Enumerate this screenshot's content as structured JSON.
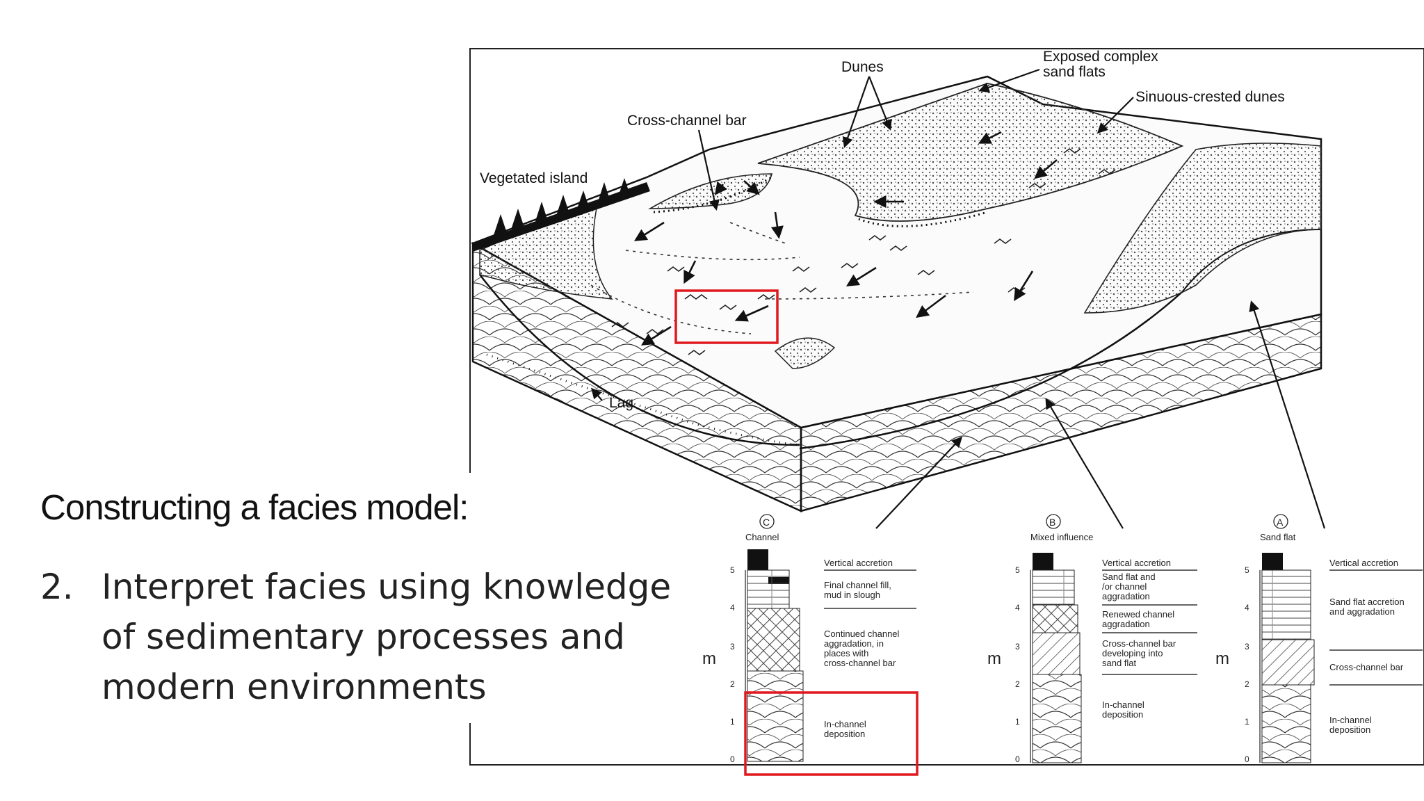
{
  "slide": {
    "heading": "Constructing a facies model:",
    "item_number": "2.",
    "item_text": "Interpret facies using knowledge of sedimentary processes and modern environments"
  },
  "diagram": {
    "labels": {
      "dunes": "Dunes",
      "exposed_line1": "Exposed complex",
      "exposed_line2": "sand flats",
      "sinuous": "Sinuous-crested dunes",
      "cross_channel_bar": "Cross-channel bar",
      "vegetated_island": "Vegetated island",
      "lag": "Lag"
    },
    "columns": [
      {
        "letter": "C",
        "title": "Channel",
        "unit": "m",
        "ticks": [
          "0",
          "1",
          "2",
          "3",
          "4",
          "5"
        ],
        "annotations": [
          [
            "Vertical accretion"
          ],
          [
            "Final channel fill,",
            "mud in slough"
          ],
          [
            "Continued channel",
            "aggradation, in",
            "places with",
            "cross-channel bar"
          ],
          [
            "In-channel",
            "deposition"
          ]
        ]
      },
      {
        "letter": "B",
        "title": "Mixed influence",
        "unit": "m",
        "ticks": [
          "0",
          "1",
          "2",
          "3",
          "4",
          "5"
        ],
        "annotations": [
          [
            "Vertical accretion"
          ],
          [
            "Sand flat and",
            "/or channel",
            "aggradation"
          ],
          [
            "Renewed channel",
            "aggradation"
          ],
          [
            "Cross-channel bar",
            "developing into",
            "sand flat"
          ],
          [
            "In-channel",
            "deposition"
          ]
        ]
      },
      {
        "letter": "A",
        "title": "Sand flat",
        "unit": "m",
        "ticks": [
          "0",
          "1",
          "2",
          "3",
          "4",
          "5"
        ],
        "annotations": [
          [
            "Vertical accretion"
          ],
          [
            "Sand flat accretion",
            "and aggradation"
          ],
          [
            "Cross-channel bar"
          ],
          [
            "In-channel",
            "deposition"
          ]
        ]
      }
    ],
    "highlight_color": "#e0191f"
  }
}
